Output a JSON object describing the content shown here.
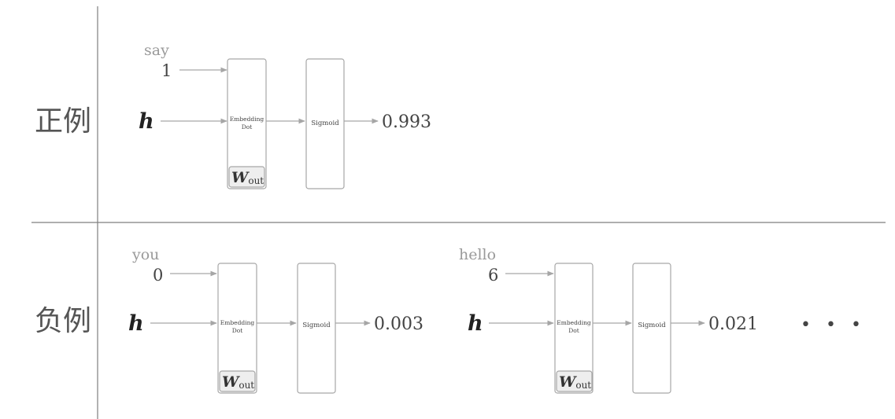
{
  "rows": {
    "positive": {
      "label": "正例",
      "examples": [
        {
          "word": "say",
          "index": "1",
          "input": "h",
          "layer1_line1": "Embedding",
          "layer1_line2": "Dot",
          "weight_main": "W",
          "weight_sub": "out",
          "layer2": "Sigmoid",
          "output": "0.993"
        }
      ]
    },
    "negative": {
      "label": "负例",
      "examples": [
        {
          "word": "you",
          "index": "0",
          "input": "h",
          "layer1_line1": "Embedding",
          "layer1_line2": "Dot",
          "weight_main": "W",
          "weight_sub": "out",
          "layer2": "Sigmoid",
          "output": "0.003"
        },
        {
          "word": "hello",
          "index": "6",
          "input": "h",
          "layer1_line1": "Embedding",
          "layer1_line2": "Dot",
          "weight_main": "W",
          "weight_sub": "out",
          "layer2": "Sigmoid",
          "output": "0.021"
        }
      ],
      "continuation": "• • •"
    }
  },
  "colors": {
    "line": "#a6a6a6",
    "divider": "#7f7f7f",
    "word_gray": "#9a9a9a",
    "text": "#333333",
    "weight_box_fill": "#eeeeee"
  }
}
